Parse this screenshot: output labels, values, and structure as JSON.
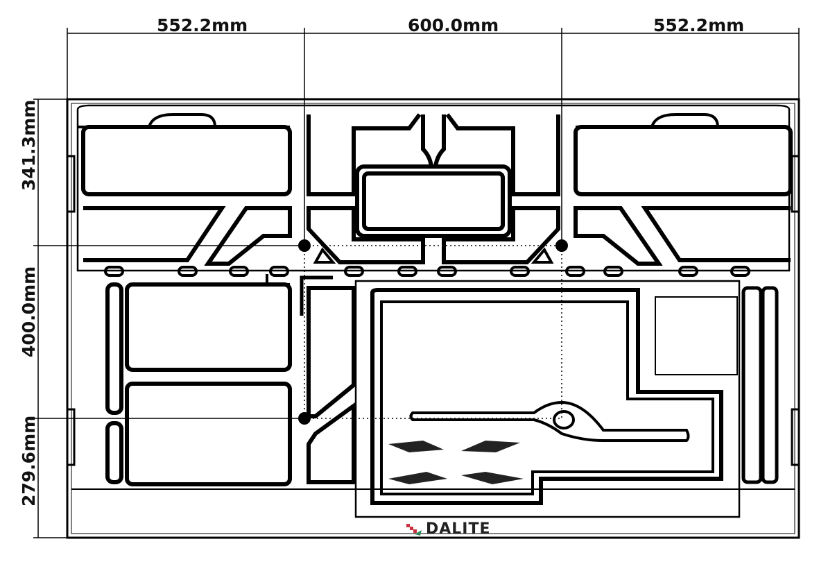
{
  "dimensions": {
    "top": [
      "552.2mm",
      "600.0mm",
      "552.2mm"
    ],
    "left": [
      "341.3mm",
      "400.0mm",
      "279.6mm"
    ]
  },
  "logo": {
    "text": "DALITE",
    "colors": {
      "red": "#c8323c",
      "green": "#2a8a5a"
    }
  }
}
